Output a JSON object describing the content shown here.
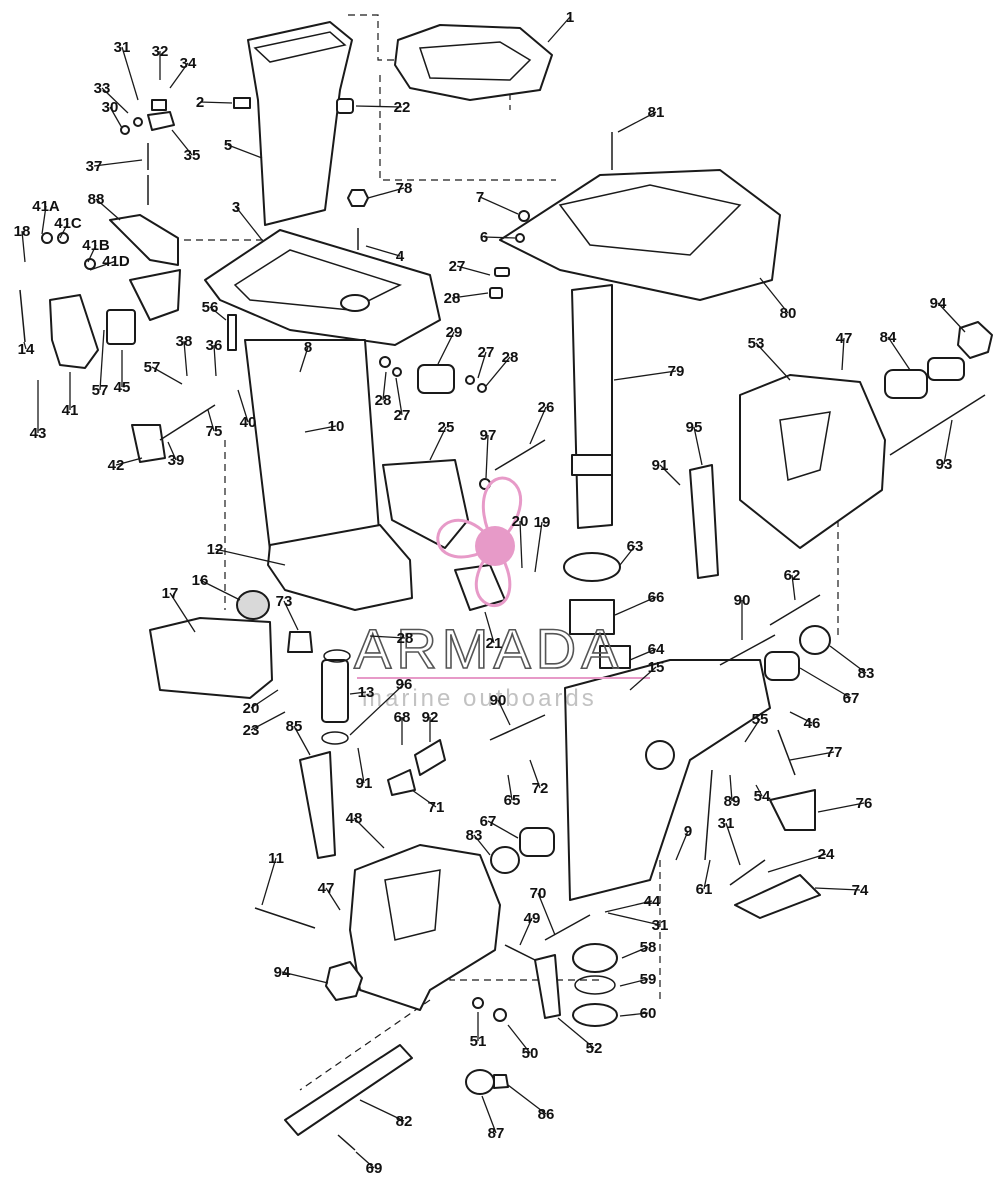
{
  "watermark": {
    "brand": "ARMADA",
    "tagline": "marine outboards",
    "accent_color": "#e79ac8",
    "icon": "propeller-icon"
  },
  "callouts": [
    {
      "id": "c1",
      "label": "1"
    },
    {
      "id": "c2",
      "label": "2"
    },
    {
      "id": "c3",
      "label": "3"
    },
    {
      "id": "c4",
      "label": "4"
    },
    {
      "id": "c5",
      "label": "5"
    },
    {
      "id": "c6",
      "label": "6"
    },
    {
      "id": "c7",
      "label": "7"
    },
    {
      "id": "c8",
      "label": "8"
    },
    {
      "id": "c9",
      "label": "9"
    },
    {
      "id": "c10",
      "label": "10"
    },
    {
      "id": "c11",
      "label": "11"
    },
    {
      "id": "c12",
      "label": "12"
    },
    {
      "id": "c13",
      "label": "13"
    },
    {
      "id": "c14",
      "label": "14"
    },
    {
      "id": "c15",
      "label": "15"
    },
    {
      "id": "c16",
      "label": "16"
    },
    {
      "id": "c17",
      "label": "17"
    },
    {
      "id": "c18",
      "label": "18"
    },
    {
      "id": "c19",
      "label": "19"
    },
    {
      "id": "c20a",
      "label": "20"
    },
    {
      "id": "c20b",
      "label": "20"
    },
    {
      "id": "c21",
      "label": "21"
    },
    {
      "id": "c22",
      "label": "22"
    },
    {
      "id": "c23",
      "label": "23"
    },
    {
      "id": "c24",
      "label": "24"
    },
    {
      "id": "c25",
      "label": "25"
    },
    {
      "id": "c26",
      "label": "26"
    },
    {
      "id": "c27a",
      "label": "27"
    },
    {
      "id": "c27b",
      "label": "27"
    },
    {
      "id": "c27c",
      "label": "27"
    },
    {
      "id": "c28a",
      "label": "28"
    },
    {
      "id": "c28b",
      "label": "28"
    },
    {
      "id": "c28c",
      "label": "28"
    },
    {
      "id": "c28d",
      "label": "28"
    },
    {
      "id": "c29",
      "label": "29"
    },
    {
      "id": "c30",
      "label": "30"
    },
    {
      "id": "c31a",
      "label": "31"
    },
    {
      "id": "c31b",
      "label": "31"
    },
    {
      "id": "c31c",
      "label": "31"
    },
    {
      "id": "c32",
      "label": "32"
    },
    {
      "id": "c33",
      "label": "33"
    },
    {
      "id": "c34",
      "label": "34"
    },
    {
      "id": "c35",
      "label": "35"
    },
    {
      "id": "c36",
      "label": "36"
    },
    {
      "id": "c37",
      "label": "37"
    },
    {
      "id": "c38",
      "label": "38"
    },
    {
      "id": "c39",
      "label": "39"
    },
    {
      "id": "c40",
      "label": "40"
    },
    {
      "id": "c41",
      "label": "41"
    },
    {
      "id": "c41a",
      "label": "41A"
    },
    {
      "id": "c41b",
      "label": "41B"
    },
    {
      "id": "c41c",
      "label": "41C"
    },
    {
      "id": "c41d",
      "label": "41D"
    },
    {
      "id": "c42",
      "label": "42"
    },
    {
      "id": "c43",
      "label": "43"
    },
    {
      "id": "c44",
      "label": "44"
    },
    {
      "id": "c45",
      "label": "45"
    },
    {
      "id": "c46",
      "label": "46"
    },
    {
      "id": "c47a",
      "label": "47"
    },
    {
      "id": "c47b",
      "label": "47"
    },
    {
      "id": "c48",
      "label": "48"
    },
    {
      "id": "c49",
      "label": "49"
    },
    {
      "id": "c50",
      "label": "50"
    },
    {
      "id": "c51",
      "label": "51"
    },
    {
      "id": "c52",
      "label": "52"
    },
    {
      "id": "c53",
      "label": "53"
    },
    {
      "id": "c54",
      "label": "54"
    },
    {
      "id": "c55",
      "label": "55"
    },
    {
      "id": "c56",
      "label": "56"
    },
    {
      "id": "c57a",
      "label": "57"
    },
    {
      "id": "c57b",
      "label": "57"
    },
    {
      "id": "c58",
      "label": "58"
    },
    {
      "id": "c59",
      "label": "59"
    },
    {
      "id": "c60",
      "label": "60"
    },
    {
      "id": "c61",
      "label": "61"
    },
    {
      "id": "c62",
      "label": "62"
    },
    {
      "id": "c63",
      "label": "63"
    },
    {
      "id": "c64",
      "label": "64"
    },
    {
      "id": "c65",
      "label": "65"
    },
    {
      "id": "c66",
      "label": "66"
    },
    {
      "id": "c67a",
      "label": "67"
    },
    {
      "id": "c67b",
      "label": "67"
    },
    {
      "id": "c68",
      "label": "68"
    },
    {
      "id": "c69",
      "label": "69"
    },
    {
      "id": "c70",
      "label": "70"
    },
    {
      "id": "c71",
      "label": "71"
    },
    {
      "id": "c72",
      "label": "72"
    },
    {
      "id": "c73",
      "label": "73"
    },
    {
      "id": "c74",
      "label": "74"
    },
    {
      "id": "c75",
      "label": "75"
    },
    {
      "id": "c76",
      "label": "76"
    },
    {
      "id": "c77",
      "label": "77"
    },
    {
      "id": "c78",
      "label": "78"
    },
    {
      "id": "c79",
      "label": "79"
    },
    {
      "id": "c80",
      "label": "80"
    },
    {
      "id": "c81",
      "label": "81"
    },
    {
      "id": "c82",
      "label": "82"
    },
    {
      "id": "c83a",
      "label": "83"
    },
    {
      "id": "c83b",
      "label": "83"
    },
    {
      "id": "c84",
      "label": "84"
    },
    {
      "id": "c85",
      "label": "85"
    },
    {
      "id": "c86",
      "label": "86"
    },
    {
      "id": "c87",
      "label": "87"
    },
    {
      "id": "c88",
      "label": "88"
    },
    {
      "id": "c89",
      "label": "89"
    },
    {
      "id": "c90a",
      "label": "90"
    },
    {
      "id": "c90b",
      "label": "90"
    },
    {
      "id": "c91a",
      "label": "91"
    },
    {
      "id": "c91b",
      "label": "91"
    },
    {
      "id": "c92",
      "label": "92"
    },
    {
      "id": "c93",
      "label": "93"
    },
    {
      "id": "c94a",
      "label": "94"
    },
    {
      "id": "c94b",
      "label": "94"
    },
    {
      "id": "c95",
      "label": "95"
    },
    {
      "id": "c96",
      "label": "96"
    },
    {
      "id": "c97",
      "label": "97"
    }
  ]
}
